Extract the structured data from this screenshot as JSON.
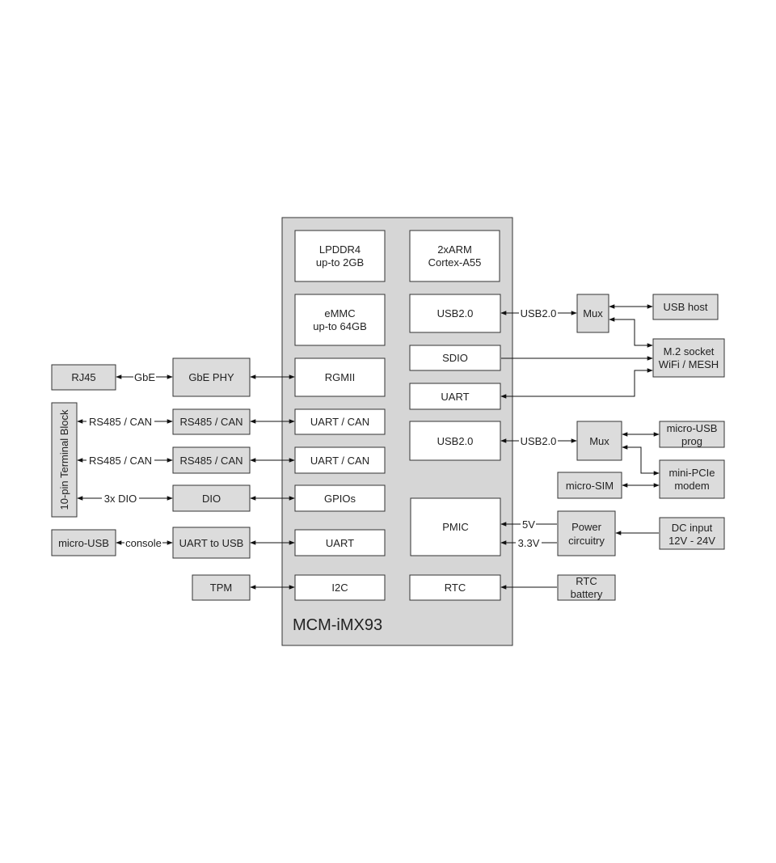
{
  "module": {
    "title": "MCM-iMX93"
  },
  "internal": {
    "lpddr4": [
      "LPDDR4",
      "up-to 2GB"
    ],
    "emmc": [
      "eMMC",
      "up-to 64GB"
    ],
    "rgmii": "RGMII",
    "uart_can_1": "UART / CAN",
    "uart_can_2": "UART / CAN",
    "gpios": "GPIOs",
    "uart": "UART",
    "i2c": "I2C",
    "cpu": [
      "2xARM",
      "Cortex-A55"
    ],
    "usb_1": "USB2.0",
    "sdio": "SDIO",
    "uart_r": "UART",
    "usb_2": "USB2.0",
    "pmic": "PMIC",
    "rtc": "RTC"
  },
  "left": {
    "rj45": "RJ45",
    "gbe_phy": "GbE PHY",
    "terminal_block": "10-pin Terminal Block",
    "rs485_can_1": "RS485 / CAN",
    "rs485_can_2": "RS485 / CAN",
    "dio": "DIO",
    "micro_usb": "micro-USB",
    "uart_to_usb": "UART to USB",
    "tpm": "TPM"
  },
  "right": {
    "mux_1": "Mux",
    "usb_host": "USB host",
    "m2_socket": [
      "M.2 socket",
      "WiFi / MESH"
    ],
    "mux_2": "Mux",
    "micro_usb_prog": [
      "micro-USB",
      "prog"
    ],
    "mini_pcie": [
      "mini-PCIe",
      "modem"
    ],
    "micro_sim": "micro-SIM",
    "power": [
      "Power",
      "circuitry"
    ],
    "dc_input": [
      "DC input",
      "12V - 24V"
    ],
    "rtc_battery": [
      "RTC",
      "battery"
    ]
  },
  "link_labels": {
    "gbe": "GbE",
    "rs485_can_1": "RS485 / CAN",
    "rs485_can_2": "RS485 / CAN",
    "dio": "3x DIO",
    "console": "console",
    "usb_1": "USB2.0",
    "usb_2": "USB2.0",
    "v5": "5V",
    "v33": "3.3V"
  }
}
